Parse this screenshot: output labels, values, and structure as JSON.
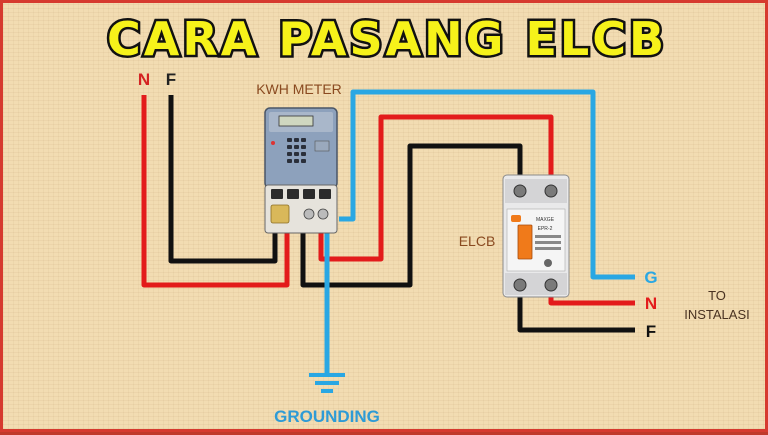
{
  "title": "CARA PASANG ELCB",
  "inputs": {
    "neutral": "N",
    "phase": "F"
  },
  "kwh_meter": {
    "label": "KWH METER"
  },
  "elcb": {
    "label": "ELCB",
    "brand": "MAXGE",
    "model": "EPR-2"
  },
  "outputs": {
    "ground": "G",
    "neutral": "N",
    "phase": "F"
  },
  "destination": {
    "line1": "TO",
    "line2": "INSTALASI"
  },
  "grounding": {
    "label": "GROUNDING"
  },
  "colors": {
    "title_fill": "#f6f21a",
    "wire_red": "#e31b1b",
    "wire_black": "#111111",
    "wire_blue": "#2aa7e3",
    "elcb_orange": "#f07a1a",
    "background": "#f2dcb2",
    "border": "#d63a2f"
  }
}
